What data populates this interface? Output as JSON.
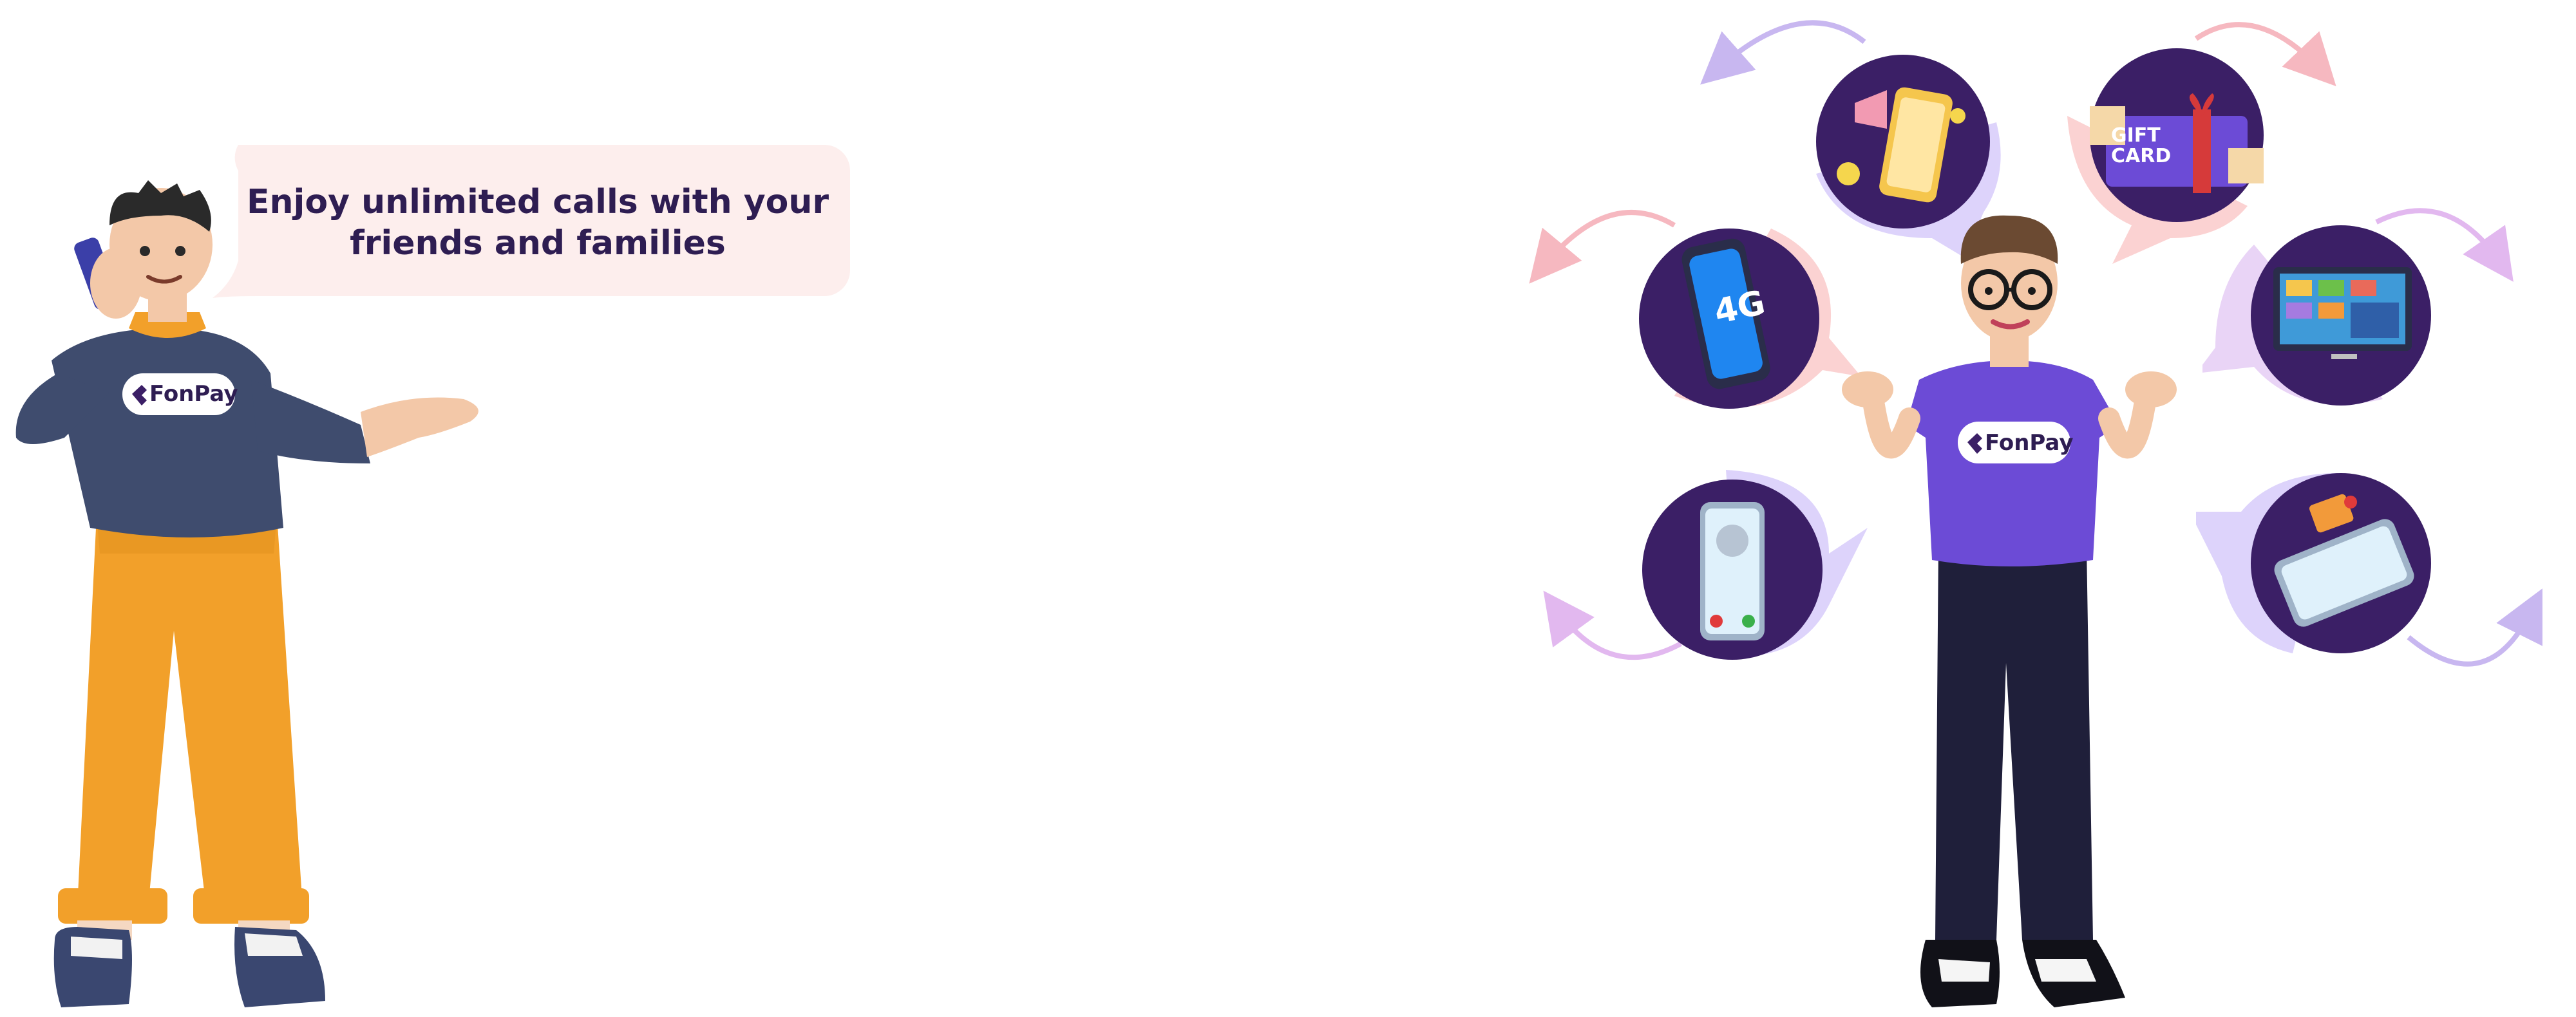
{
  "speech_bubble": {
    "line1": "Enjoy unlimited calls with your",
    "line2": "friends and families"
  },
  "brand": {
    "name": "FonPay"
  },
  "gift_card_text": {
    "line1": "GIFT",
    "line2": "CARD"
  },
  "network_text": "4G",
  "service_icons": [
    "marketing-phone-icon",
    "gift-card-icon",
    "4g-phone-icon",
    "smart-tv-icon",
    "incoming-call-icon",
    "chat-phone-icon"
  ],
  "colors": {
    "bubble_bg": "#fdeeed",
    "bubble_text": "#2e1d52",
    "circle_bg": "#3b1f66",
    "shirt_purple": "#6c4bd6",
    "sweater_navy": "#3f4c6e",
    "pants_orange": "#f2a02a"
  }
}
